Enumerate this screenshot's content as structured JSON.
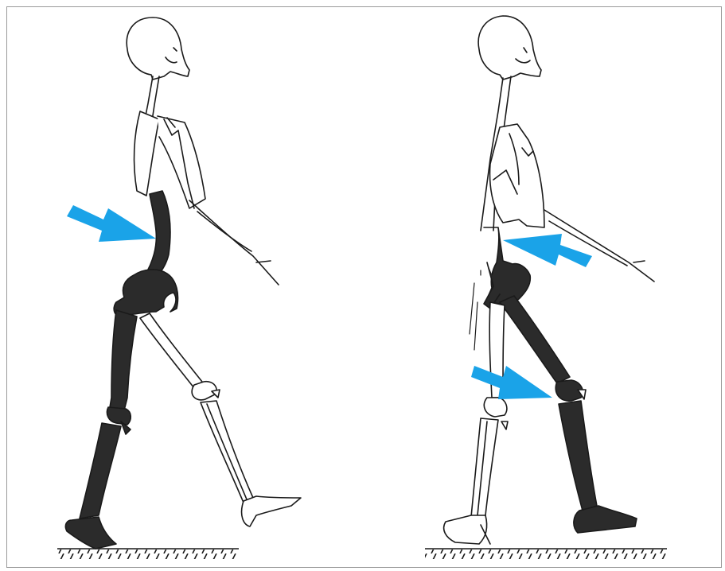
{
  "figure": {
    "panels": [
      {
        "id": "left",
        "pose": "pelvis-tilted-forward",
        "highlight": "lumbar-spine-pelvis-stance-leg"
      },
      {
        "id": "right",
        "pose": "pelvis-tilted-backward",
        "highlight": "pelvis-stance-leg"
      }
    ],
    "colors": {
      "highlight_fill": "#2b2b2b",
      "outline": "#1a1a1a",
      "arrow": "#1aa3e8",
      "frame": "#9a9a9a",
      "background": "#ffffff"
    },
    "arrows": [
      {
        "panel": "left",
        "target": "lumbar-spine",
        "direction": "right-down"
      },
      {
        "panel": "right",
        "target": "pelvis",
        "direction": "left"
      },
      {
        "panel": "right",
        "target": "knee",
        "direction": "right-down"
      }
    ]
  }
}
